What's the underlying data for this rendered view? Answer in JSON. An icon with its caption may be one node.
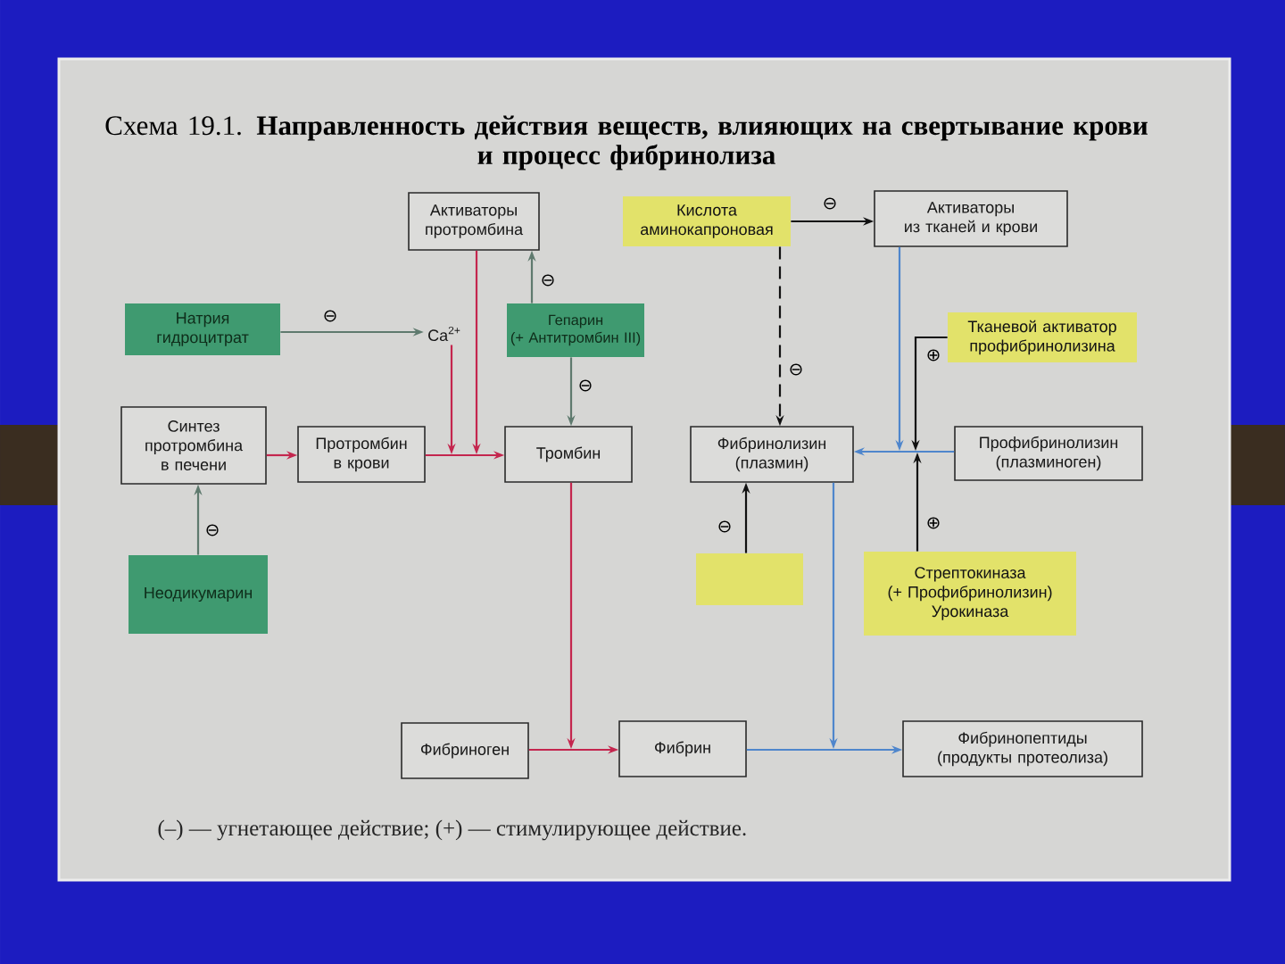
{
  "diagram": {
    "title": "Схема 19.1. **Направленность действия веществ, влияющих на свертывание крови и процесс фибринолиза**",
    "caption": "(–) — угнетающее действие; (+) — стимулирующее действие.",
    "nodes": [
      {
        "text": [
          "Активаторы протромбина"
        ]
      },
      {
        "text": [
          "Кислота аминокапроновая"
        ]
      },
      {
        "text": [
          "Активаторы из тканей и крови"
        ]
      },
      {
        "text": [
          "Натрия гидроцитрат"
        ]
      },
      {
        "text": [
          "Ca$^{2+}$"
        ]
      },
      {
        "text": [
          "Гепарин (+ Антитромбин III)"
        ]
      },
      {
        "text": [
          "Тканевой активатор профибринолизина"
        ]
      },
      {
        "text": [
          "Синтез протромбина в печени"
        ]
      },
      {
        "text": [
          "Протромбин в крови"
        ]
      },
      {
        "text": [
          "Тромбин"
        ]
      },
      {
        "text": [
          "Фибринолизин (плазмин)"
        ]
      },
      {
        "text": [
          "Профибринолизин (плазминоген)"
        ]
      },
      {
        "text": [
          "Неодикумарин"
        ]
      },
      {
        "text": [],
        "shape": "box"
      },
      {
        "text": [
          "Стрептокиназа (+ Профибринолизин) Урокиназа"
        ]
      },
      {
        "text": [
          "Фибриноген"
        ]
      },
      {
        "text": [
          "Фибрин"
        ]
      },
      {
        "text": [
          "Фибринопептиды (продукты протеолиза)"
        ]
      }
    ],
    "edges": [
      {
        "from": 3,
        "to": 4,
        "arrow": "to",
        "label": "⊖",
        "color": "#5f7a6e"
      },
      {
        "from": 5,
        "to": 0,
        "arrow": "to",
        "label": "⊖",
        "color": "#5f7a6e"
      },
      {
        "from": 1,
        "to": 2,
        "arrow": "to",
        "label": "⊖",
        "color": "#111111"
      },
      {
        "from": 0,
        "to": null,
        "arrow": "to"
      },
      {
        "from": 4,
        "to": null,
        "arrow": "to"
      },
      {
        "from": 5,
        "to": 9,
        "arrow": "to",
        "label": "⊖",
        "color": "#5f7a6e"
      },
      {
        "from": 1,
        "to": 10,
        "arrow": "to",
        "label": "⊖",
        "style": "dashed",
        "color": "#111111"
      },
      {
        "from": 2,
        "to": null,
        "arrow": "to",
        "color": "#4f86cc"
      },
      {
        "from": 6,
        "to": null,
        "arrow": "to",
        "label": "⊕",
        "color": "#111111"
      },
      {
        "from": 7,
        "to": 8,
        "arrow": "to"
      },
      {
        "from": 8,
        "to": 9,
        "arrow": "to"
      },
      {
        "from": 11,
        "to": 10,
        "arrow": "to",
        "color": "#4f86cc"
      },
      {
        "from": 12,
        "to": 7,
        "arrow": "to",
        "label": "⊖",
        "color": "#5f7a6e"
      },
      {
        "from": 13,
        "to": 10,
        "arrow": "to",
        "label": "⊖",
        "color": "#111111"
      },
      {
        "from": 14,
        "to": null,
        "arrow": "to",
        "label": "⊕",
        "color": "#111111"
      },
      {
        "from": 9,
        "to": null,
        "arrow": "to"
      },
      {
        "from": 10,
        "to": null,
        "arrow": "to",
        "color": "#4f86cc"
      },
      {
        "from": 15,
        "to": 16,
        "arrow": "to"
      },
      {
        "from": 16,
        "to": 17,
        "arrow": "to",
        "color": "#4f86cc"
      }
    ]
  }
}
